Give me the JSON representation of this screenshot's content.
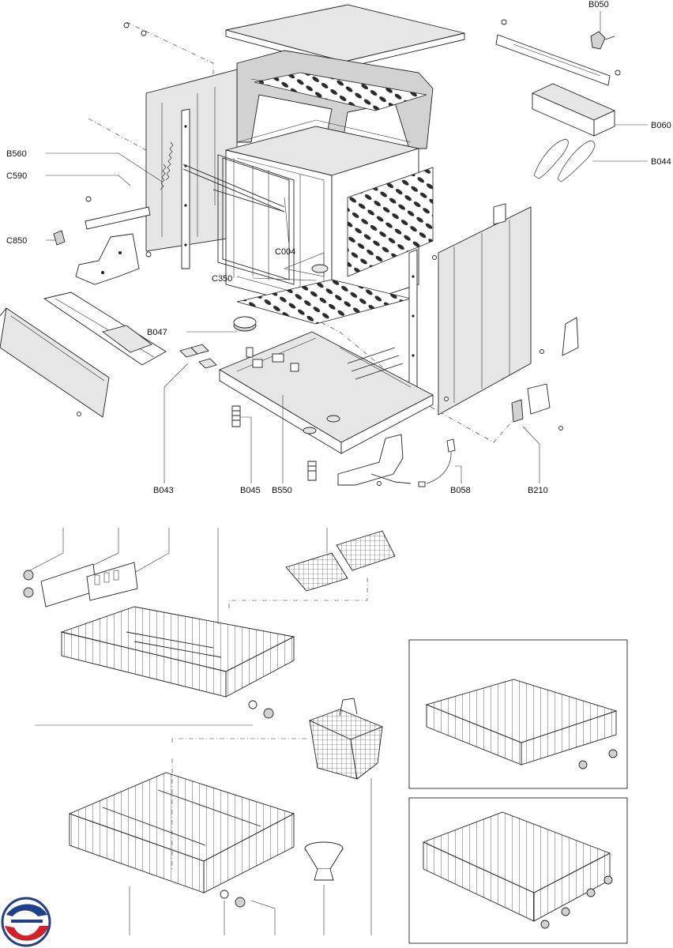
{
  "labels": {
    "B050": "B050",
    "B060": "B060",
    "B044": "B044",
    "B560": "B560",
    "C590": "C590",
    "C850": "C850",
    "C004": "C004",
    "C350": "C350",
    "B047": "B047",
    "B043": "B043",
    "B045": "B045",
    "B550": "B550",
    "B058": "B058",
    "B210": "B210"
  },
  "colors": {
    "line": "#222222",
    "panel_fill": "#e6e6e6",
    "logo_blue": "#1f3f8f",
    "logo_red": "#d42027"
  }
}
